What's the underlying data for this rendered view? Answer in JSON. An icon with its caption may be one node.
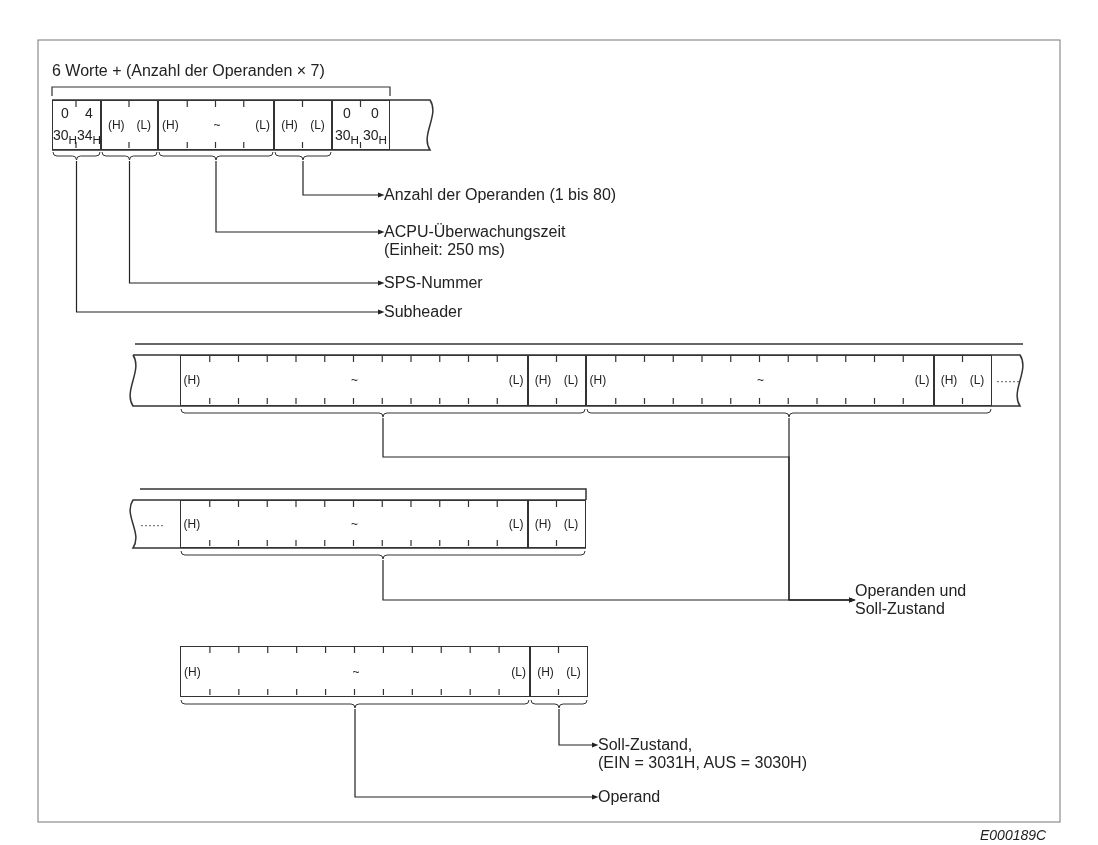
{
  "diagram": {
    "nodes": [
      {
        "text": [
          "0",
          "4",
          "30$_{H}$",
          "34$_{H}$"
        ]
      },
      {
        "text": [
          "(H)",
          "(L)"
        ]
      },
      {
        "text": [
          "(H)",
          "~",
          "(L)"
        ]
      },
      {
        "text": [
          "(H)",
          "(L)"
        ]
      },
      {
        "text": [
          "0",
          "0",
          "30$_{H}$",
          "30$_{H}$"
        ]
      },
      {
        "text": [
          "Anzahl der Operanden (1 bis 80)"
        ]
      },
      {
        "text": [
          "ACPU-Überwachungszeit (Einheit: 250 ms)"
        ]
      },
      {
        "text": [
          "SPS-Nummer"
        ]
      },
      {
        "text": [
          "Subheader"
        ]
      },
      {
        "text": [],
        "shape": "box"
      },
      {
        "text": [
          "(H)",
          "~",
          "(L)"
        ],
        "in": 9
      },
      {
        "text": [
          "(H)",
          "(L)"
        ],
        "in": 9
      },
      {
        "text": [],
        "shape": "box"
      },
      {
        "text": [
          "(H)",
          "~",
          "(L)"
        ],
        "in": 12
      },
      {
        "text": [
          "(H)",
          "(L)"
        ],
        "in": 12
      },
      {
        "text": [],
        "shape": "box"
      },
      {
        "text": [
          "(H)",
          "~",
          "(L)"
        ],
        "in": 15
      },
      {
        "text": [
          "(H)",
          "(L)"
        ],
        "in": 15
      },
      {
        "text": [
          "Operanden und Soll-Zustand"
        ]
      },
      {
        "text": [
          "(H)",
          "~",
          "(L)"
        ]
      },
      {
        "text": [
          "(H)",
          "(L)"
        ]
      },
      {
        "text": [
          "Soll-Zustand,",
          "(EIN = 3031H, AUS = 3030H)"
        ]
      },
      {
        "text": [
          "Operand"
        ]
      }
    ],
    "edges": [
      {
        "from": 3,
        "to": 5,
        "arrow": "to"
      },
      {
        "from": 2,
        "to": 6,
        "arrow": "to"
      },
      {
        "from": 1,
        "to": 7,
        "arrow": "to"
      },
      {
        "from": 0,
        "to": 8,
        "arrow": "to"
      },
      {
        "from": 9,
        "to": 18,
        "arrow": "to"
      },
      {
        "from": 12,
        "to": 18,
        "arrow": "to"
      },
      {
        "from": 15,
        "to": 18,
        "arrow": "to"
      },
      {
        "from": 20,
        "to": 21,
        "arrow": "to"
      },
      {
        "from": 19,
        "to": 22,
        "arrow": "to"
      }
    ],
    "labels": [
      "6 Worte + (Anzahl der Operanden × 7)",
      "······",
      "······",
      "E000189C"
    ]
  }
}
